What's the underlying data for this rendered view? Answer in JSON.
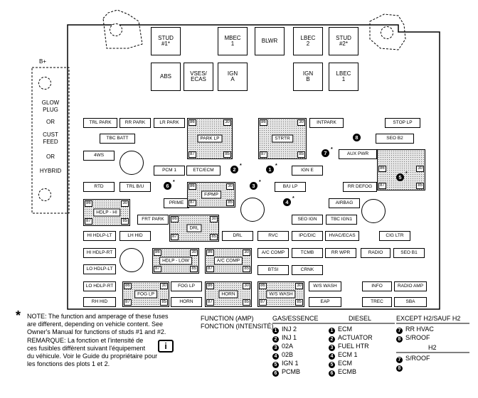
{
  "side": {
    "b_plus": "B+",
    "glow_plug": "GLOW\nPLUG",
    "or": "OR",
    "cust_feed": "CUST\nFEED",
    "hybrid": "HYBRID"
  },
  "top_fuses": {
    "stud1": "STUD\n#1*",
    "mbec1": "MBEC\n1",
    "blwr": "BLWR",
    "lbec2": "LBEC\n2",
    "stud2": "STUD\n#2*",
    "abs": "ABS",
    "vses": "VSES/\nECAS",
    "igna": "IGN\nA",
    "ignb": "IGN\nB",
    "lbec1": "LBEC\n1"
  },
  "fuses": {
    "trl_park": "TRL PARK",
    "rr_park": "RR PARK",
    "lr_park": "LR PARK",
    "intpark": "INTPARK",
    "stop_lp": "STOP LP",
    "tbc_batt": "TBC BATT",
    "seo_b2": "SEO B2",
    "4ws": "4WS",
    "aux_pwr": "AUX PWR",
    "pcm1": "PCM 1",
    "etc_ecm": "ETC/ECM",
    "ign_e": "IGN E",
    "rtd": "RTD",
    "trl_bu": "TRL B/U",
    "bu_lp": "B/U LP",
    "rr_defog": "RR DEFOG",
    "prime": "PRIME",
    "airbag": "AIRBAG",
    "frt_park": "FRT PARK",
    "seo_ign": "SEO IGN",
    "tbc_ign1": "TBC IGN1",
    "hi_hdlp_lt": "HI HDLP-LT",
    "lt_hid": "LH HID",
    "drl": "DRL",
    "rvc": "RVC",
    "ipc_dic": "IPC/DIC",
    "hvac_ecas": "HVAC/ECAS",
    "cig_ltr": "CIG LTR",
    "hi_hdlp_rt": "HI HDLP-RT",
    "ac_comp": "A/C COMP",
    "tcmb": "TCMB",
    "rr_wpr": "RR WPR",
    "radio": "RADIO",
    "seo_b1": "SEO B1",
    "lo_hdlp_lt": "LO HDLP-LT",
    "btsi": "BTSI",
    "crnk": "CRNK",
    "lo_hdlp_rt": "LO HDLP-RT",
    "fog_lp": "FOG LP",
    "ws_wash": "W/S WASH",
    "info": "INFO",
    "radio_amp": "RADIO AMP",
    "rh_hid": "RH HID",
    "horn": "HORN",
    "eap": "EAP",
    "trec": "TREC",
    "sba": "SBA"
  },
  "relays": {
    "park_lp": "PARK LP",
    "strtr": "STRTR",
    "fpmp": "F/PMP",
    "hdlp_hi": "HDLP - HI",
    "drl": "DRL",
    "hdlp_low": "HDLP - LOW",
    "ac_comp": "A/C COMP",
    "fog_lp": "FOG LP",
    "horn": "HORN",
    "ws_wash": "W/S WASH"
  },
  "pins": {
    "p86": "86",
    "p30": "30",
    "p87": "87",
    "p85": "85"
  },
  "markers": {
    "n1": "1",
    "n2": "2",
    "n3": "3",
    "n4": "4",
    "n5": "5",
    "n6": "6",
    "n7": "7",
    "n8": "8",
    "star": "*"
  },
  "note": {
    "star": "*",
    "en": "NOTE: The function and amperage of these fuses\nare different, depending on vehicle content. See\nOwner's Manual for functions of studs #1 and #2.",
    "fr": "REMARQUE: La fonction et l'intensité de\nces fusibles diffèrent suivant l'équipement\ndu véhicule. Voir le Guide du propriétaire pour\nles fonctions des plots 1 et 2.",
    "book_icon_letter": "i"
  },
  "legend": {
    "function_amp": "FUNCTION (AMP)",
    "fonction": "FONCTION (INTENSITÉ)",
    "gas_header": "GAS/ESSENCE",
    "gas": [
      {
        "n": "1",
        "t": "INJ 2"
      },
      {
        "n": "2",
        "t": "INJ 1"
      },
      {
        "n": "3",
        "t": "02A"
      },
      {
        "n": "4",
        "t": "02B"
      },
      {
        "n": "5",
        "t": "IGN 1"
      },
      {
        "n": "6",
        "t": "PCMB"
      }
    ],
    "diesel_header": "DIESEL",
    "diesel": [
      {
        "n": "1",
        "t": "ECM"
      },
      {
        "n": "2",
        "t": "ACTUATOR"
      },
      {
        "n": "3",
        "t": "FUEL HTR"
      },
      {
        "n": "4",
        "t": "ECM 1"
      },
      {
        "n": "5",
        "t": "ECM"
      },
      {
        "n": "6",
        "t": "ECMB"
      }
    ],
    "except_header": "EXCEPT H2/SAUF H2",
    "except": [
      {
        "n": "7",
        "t": "RR HVAC"
      },
      {
        "n": "8",
        "t": "S/ROOF"
      }
    ],
    "h2_header": "H2",
    "h2": [
      {
        "n": "7",
        "t": "S/ROOF"
      },
      {
        "n": "8",
        "t": ""
      }
    ]
  }
}
